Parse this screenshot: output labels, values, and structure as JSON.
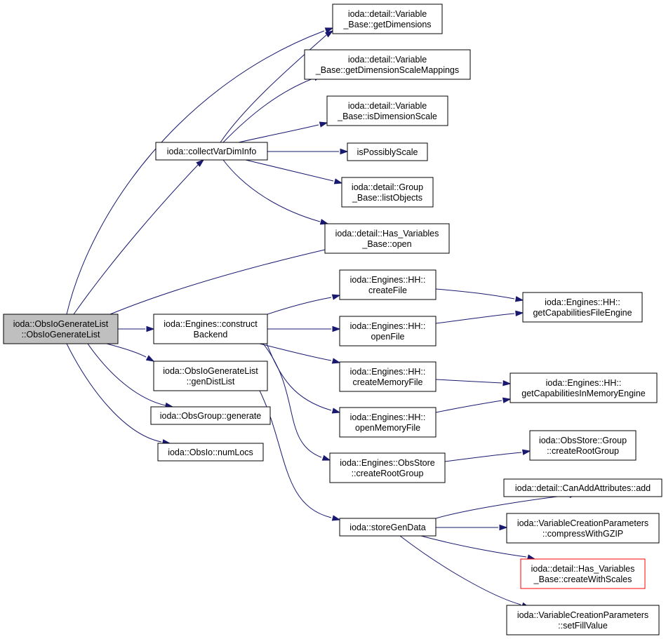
{
  "colors": {
    "edge": "#191970",
    "root_fill": "#bfbfbf",
    "highlight_border": "#ff0000"
  },
  "nodes": {
    "root": {
      "lines": [
        "ioda::ObsIoGenerateList",
        "::ObsIoGenerateList"
      ]
    },
    "collect": {
      "lines": [
        "ioda::collectVarDimInfo"
      ]
    },
    "getDimensions": {
      "lines": [
        "ioda::detail::Variable",
        "_Base::getDimensions"
      ]
    },
    "getDimScaleMappings": {
      "lines": [
        "ioda::detail::Variable",
        "_Base::getDimensionScaleMappings"
      ]
    },
    "isDimScale": {
      "lines": [
        "ioda::detail::Variable",
        "_Base::isDimensionScale"
      ]
    },
    "isPossiblyScale": {
      "lines": [
        "isPossiblyScale"
      ]
    },
    "listObjects": {
      "lines": [
        "ioda::detail::Group",
        "_Base::listObjects"
      ]
    },
    "hvOpen": {
      "lines": [
        "ioda::detail::Has_Variables",
        "_Base::open"
      ]
    },
    "constructBackend": {
      "lines": [
        "ioda::Engines::construct",
        "Backend"
      ]
    },
    "genDistList": {
      "lines": [
        "ioda::ObsIoGenerateList",
        "::genDistList"
      ]
    },
    "generate": {
      "lines": [
        "ioda::ObsGroup::generate"
      ]
    },
    "numLocs": {
      "lines": [
        "ioda::ObsIo::numLocs"
      ]
    },
    "createFile": {
      "lines": [
        "ioda::Engines::HH::",
        "createFile"
      ]
    },
    "openFile": {
      "lines": [
        "ioda::Engines::HH::",
        "openFile"
      ]
    },
    "createMemoryFile": {
      "lines": [
        "ioda::Engines::HH::",
        "createMemoryFile"
      ]
    },
    "openMemoryFile": {
      "lines": [
        "ioda::Engines::HH::",
        "openMemoryFile"
      ]
    },
    "createRootGroupEng": {
      "lines": [
        "ioda::Engines::ObsStore",
        "::createRootGroup"
      ]
    },
    "capFile": {
      "lines": [
        "ioda::Engines::HH::",
        "getCapabilitiesFileEngine"
      ]
    },
    "capMem": {
      "lines": [
        "ioda::Engines::HH::",
        "getCapabilitiesInMemoryEngine"
      ]
    },
    "osCreateRoot": {
      "lines": [
        "ioda::ObsStore::Group",
        "::createRootGroup"
      ]
    },
    "storeGenData": {
      "lines": [
        "ioda::storeGenData"
      ]
    },
    "canAddAttr": {
      "lines": [
        "ioda::detail::CanAddAttributes::add"
      ]
    },
    "compressGZIP": {
      "lines": [
        "ioda::VariableCreationParameters",
        "::compressWithGZIP"
      ]
    },
    "createWithScales": {
      "lines": [
        "ioda::detail::Has_Variables",
        "_Base::createWithScales"
      ]
    },
    "setFillValue": {
      "lines": [
        "ioda::VariableCreationParameters",
        "::setFillValue"
      ]
    }
  }
}
